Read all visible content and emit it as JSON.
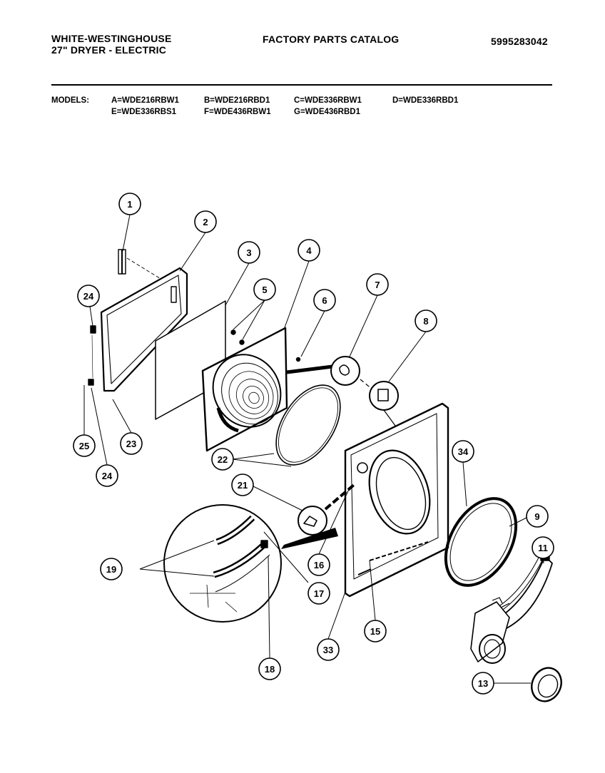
{
  "header": {
    "brand_line1": "WHITE-WESTINGHOUSE",
    "brand_line2": "27\" DRYER - ELECTRIC",
    "catalog_title": "FACTORY PARTS CATALOG",
    "catalog_number": "5995283042"
  },
  "models": {
    "label": "MODELS:",
    "list": [
      "A=WDE216RBW1",
      "B=WDE216RBD1",
      "C=WDE336RBW1",
      "D=WDE336RBD1",
      "E=WDE336RBS1",
      "F=WDE436RBW1",
      "G=WDE436RBD1"
    ]
  },
  "callouts": [
    "1",
    "2",
    "3",
    "4",
    "5",
    "6",
    "7",
    "8",
    "24",
    "25",
    "24",
    "23",
    "22",
    "21",
    "34",
    "9",
    "11",
    "19",
    "16",
    "17",
    "15",
    "33",
    "18",
    "13"
  ]
}
